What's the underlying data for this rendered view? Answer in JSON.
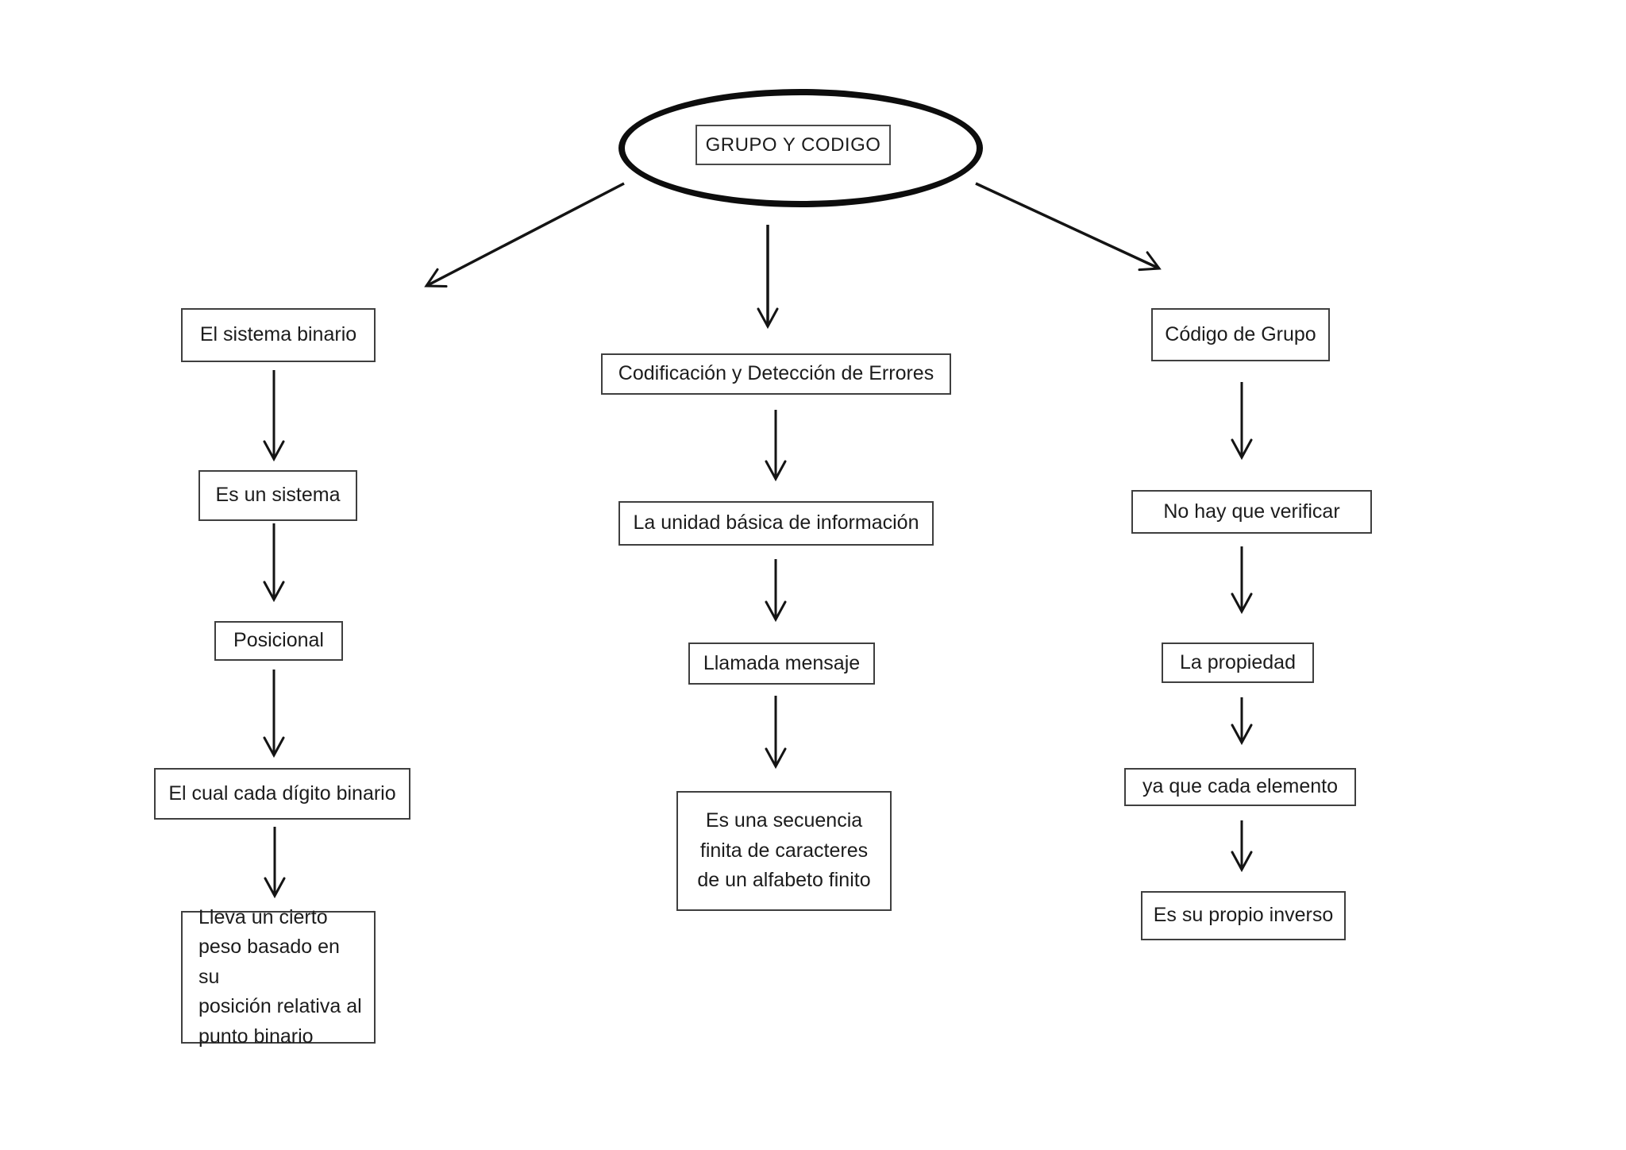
{
  "diagram": {
    "colors": {
      "background": "#ffffff",
      "ink": "#1c1c1c",
      "box_border": "#3f3f3f",
      "ellipse_border": "#0d0d0d",
      "arrow": "#141414"
    },
    "nodes": {
      "root": "GRUPO Y CODIGO",
      "left": [
        "El sistema binario",
        "Es un sistema",
        "Posicional",
        "El cual cada dígito binario",
        "Lleva un cierto\npeso basado en su\nposición relativa al\npunto binario"
      ],
      "middle": [
        "Codificación y Detección de Errores",
        "La unidad básica de información",
        "Llamada mensaje",
        "Es una secuencia\nfinita de caracteres\nde un alfabeto finito"
      ],
      "right": [
        "Código de Grupo",
        "No hay que verificar",
        "La propiedad",
        "ya que cada elemento",
        "Es su propio inverso"
      ]
    }
  }
}
